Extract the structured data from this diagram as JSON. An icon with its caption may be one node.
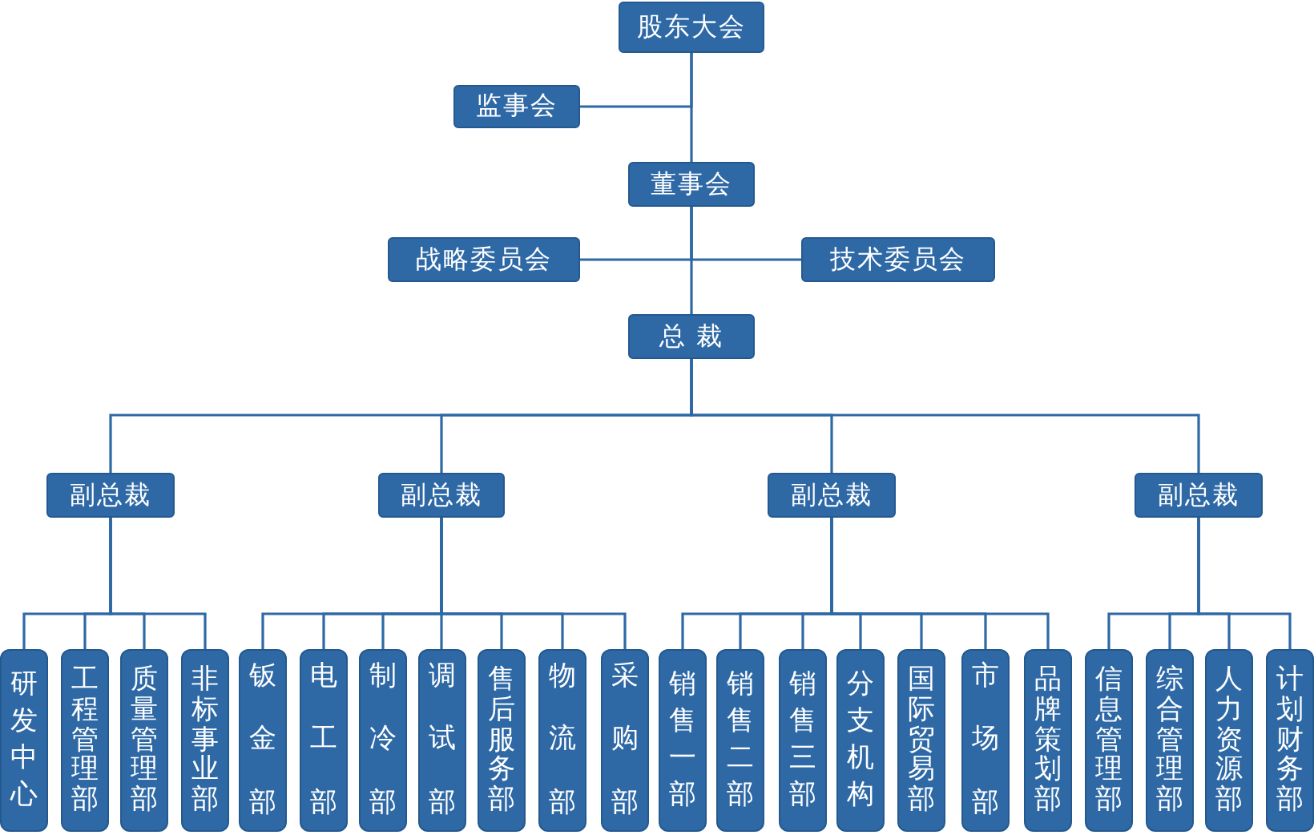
{
  "diagram": {
    "nodes": [
      {
        "text": [
          "股东大会"
        ]
      },
      {
        "text": [
          "监事会"
        ]
      },
      {
        "text": [
          "董事会"
        ]
      },
      {
        "text": [
          "战略委员会"
        ]
      },
      {
        "text": [
          "技术委员会"
        ]
      },
      {
        "text": [
          "总 裁"
        ]
      },
      {
        "text": [
          "副总裁"
        ]
      },
      {
        "text": [
          "副总裁"
        ]
      },
      {
        "text": [
          "副总裁"
        ]
      },
      {
        "text": [
          "副总裁"
        ]
      },
      {
        "text": [
          "研发中心"
        ]
      },
      {
        "text": [
          "工程管理部"
        ]
      },
      {
        "text": [
          "质量管理部"
        ]
      },
      {
        "text": [
          "非标事业部"
        ]
      },
      {
        "text": [
          "钣金部"
        ]
      },
      {
        "text": [
          "电工部"
        ]
      },
      {
        "text": [
          "制冷部"
        ]
      },
      {
        "text": [
          "调试部"
        ]
      },
      {
        "text": [
          "售后服务部"
        ]
      },
      {
        "text": [
          "物流部"
        ]
      },
      {
        "text": [
          "采购部"
        ]
      },
      {
        "text": [
          "销售一部"
        ]
      },
      {
        "text": [
          "销售二部"
        ]
      },
      {
        "text": [
          "销售三部"
        ]
      },
      {
        "text": [
          "分支机构"
        ]
      },
      {
        "text": [
          "国际贸易部"
        ]
      },
      {
        "text": [
          "市场部"
        ]
      },
      {
        "text": [
          "品牌策划部"
        ]
      },
      {
        "text": [
          "信息管理部"
        ]
      },
      {
        "text": [
          "综合管理部"
        ]
      },
      {
        "text": [
          "人力资源部"
        ]
      },
      {
        "text": [
          "计划财务部"
        ]
      }
    ],
    "edges": [
      {
        "from": 0,
        "to": 1,
        "arrow": "none"
      },
      {
        "from": 0,
        "to": 2,
        "arrow": "none"
      },
      {
        "from": 2,
        "to": 3,
        "arrow": "none"
      },
      {
        "from": 2,
        "to": 4,
        "arrow": "none"
      },
      {
        "from": 2,
        "to": 5,
        "arrow": "none"
      },
      {
        "from": 5,
        "to": 6,
        "arrow": "none"
      },
      {
        "from": 5,
        "to": 7,
        "arrow": "none"
      },
      {
        "from": 5,
        "to": 8,
        "arrow": "none"
      },
      {
        "from": 5,
        "to": 9,
        "arrow": "none"
      },
      {
        "from": 6,
        "to": 10,
        "arrow": "none"
      },
      {
        "from": 6,
        "to": 11,
        "arrow": "none"
      },
      {
        "from": 6,
        "to": 12,
        "arrow": "none"
      },
      {
        "from": 6,
        "to": 13,
        "arrow": "none"
      },
      {
        "from": 7,
        "to": 14,
        "arrow": "none"
      },
      {
        "from": 7,
        "to": 15,
        "arrow": "none"
      },
      {
        "from": 7,
        "to": 16,
        "arrow": "none"
      },
      {
        "from": 7,
        "to": 17,
        "arrow": "none"
      },
      {
        "from": 7,
        "to": 18,
        "arrow": "none"
      },
      {
        "from": 7,
        "to": 19,
        "arrow": "none"
      },
      {
        "from": 7,
        "to": 20,
        "arrow": "none"
      },
      {
        "from": 8,
        "to": 21,
        "arrow": "none"
      },
      {
        "from": 8,
        "to": 22,
        "arrow": "none"
      },
      {
        "from": 8,
        "to": 23,
        "arrow": "none"
      },
      {
        "from": 8,
        "to": 24,
        "arrow": "none"
      },
      {
        "from": 8,
        "to": 25,
        "arrow": "none"
      },
      {
        "from": 8,
        "to": 26,
        "arrow": "none"
      },
      {
        "from": 8,
        "to": 27,
        "arrow": "none"
      },
      {
        "from": 9,
        "to": 28,
        "arrow": "none"
      },
      {
        "from": 9,
        "to": 29,
        "arrow": "none"
      },
      {
        "from": 9,
        "to": 30,
        "arrow": "none"
      },
      {
        "from": 9,
        "to": 31,
        "arrow": "none"
      }
    ]
  }
}
